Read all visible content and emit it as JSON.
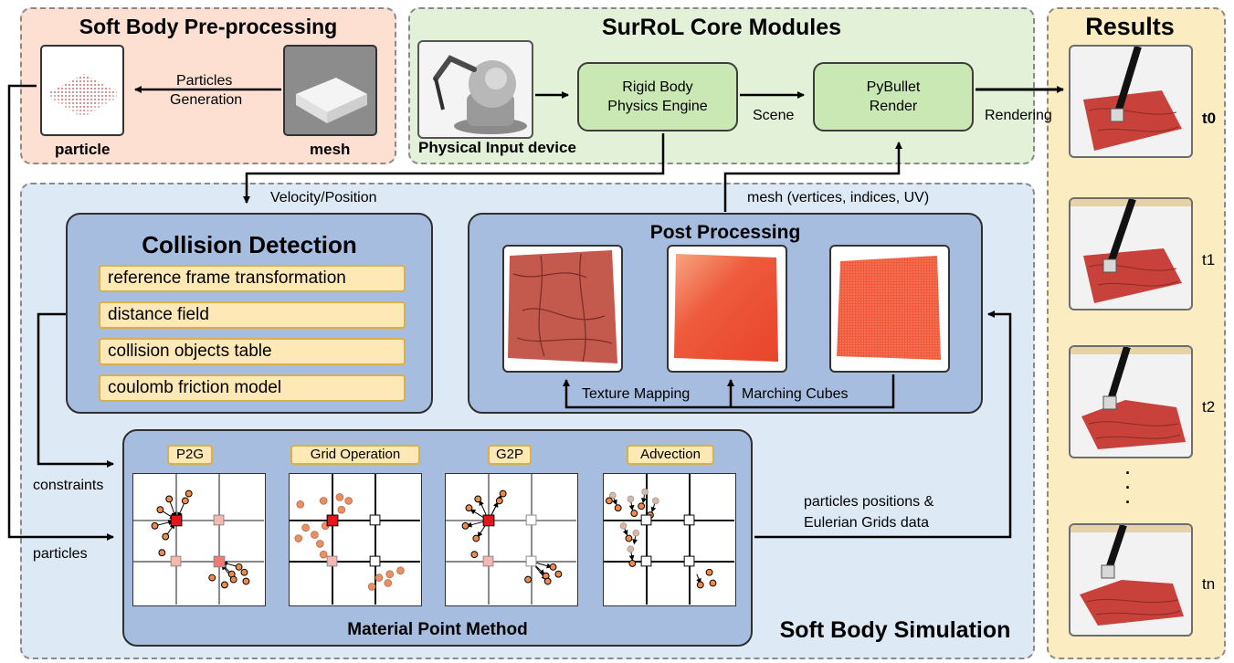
{
  "regions": {
    "preprocessing": {
      "title": "Soft Body Pre-processing"
    },
    "core": {
      "title": "SurRoL Core Modules"
    },
    "results": {
      "title": "Results"
    },
    "simulation": {
      "title": "Soft Body Simulation"
    }
  },
  "preprocessing": {
    "particle_label": "particle",
    "mesh_label": "mesh",
    "arrow_label_line1": "Particles",
    "arrow_label_line2": "Generation"
  },
  "core": {
    "device_label": "Physical Input device",
    "rigid_line1": "Rigid Body",
    "rigid_line2": "Physics Engine",
    "render_line1": "PyBullet",
    "render_line2": "Render",
    "scene_label": "Scene",
    "rendering_label": "Rendering"
  },
  "flow": {
    "velocity_label": "Velocity/Position",
    "mesh_data_label": "mesh (vertices, indices, UV)",
    "constraints_label": "constraints",
    "particles_label": "particles",
    "positions_line1": "particles positions &",
    "positions_line2": "Eulerian Grids data"
  },
  "collision": {
    "title": "Collision Detection",
    "items": [
      "reference frame transformation",
      "distance field",
      "collision objects table",
      "coulomb friction model"
    ]
  },
  "post": {
    "title": "Post Processing",
    "texture_label": "Texture Mapping",
    "marching_label": "Marching Cubes"
  },
  "mpm": {
    "title": "Material Point Method",
    "steps": [
      "P2G",
      "Grid Operation",
      "G2P",
      "Advection"
    ]
  },
  "results": {
    "frames": [
      "t0",
      "t1",
      "t2",
      "tn"
    ],
    "ellipsis": "·\n·\n·"
  },
  "colors": {
    "preprocessing_bg": "#fde0d2",
    "core_bg": "#e2f1d8",
    "results_bg": "#fbecc2",
    "simulation_bg": "#dde9f5",
    "panel_bg": "#a7bde0",
    "green_box": "#c9e8b4",
    "tag_bg": "#fde8b6",
    "tissue": "#c8413a"
  }
}
